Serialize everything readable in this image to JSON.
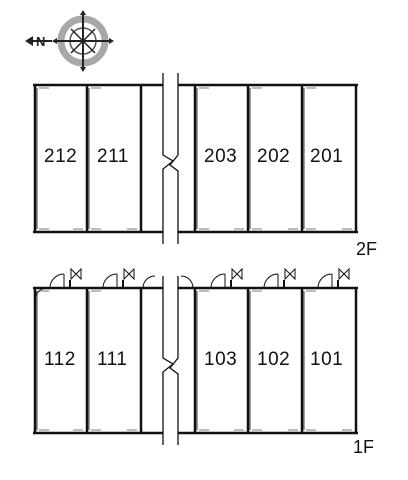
{
  "compass": {
    "north_label": "N",
    "arrow_icon": "north-arrow-icon",
    "compass_icon": "compass-rose-icon"
  },
  "floors": [
    {
      "id": "2F",
      "label": "2F",
      "units": [
        {
          "label": "212"
        },
        {
          "label": "211"
        },
        {
          "label": "203"
        },
        {
          "label": "202"
        },
        {
          "label": "201"
        }
      ]
    },
    {
      "id": "1F",
      "label": "1F",
      "units": [
        {
          "label": "112"
        },
        {
          "label": "111"
        },
        {
          "label": "103"
        },
        {
          "label": "102"
        },
        {
          "label": "101"
        }
      ]
    }
  ],
  "icons": {
    "break_mark": "break-line-icon",
    "door": "door-swing-icon",
    "meter": "meter-box-icon"
  },
  "colors": {
    "line": "#111111",
    "shading": "#bdbdbd",
    "compass_ring": "#a8a8a8"
  }
}
